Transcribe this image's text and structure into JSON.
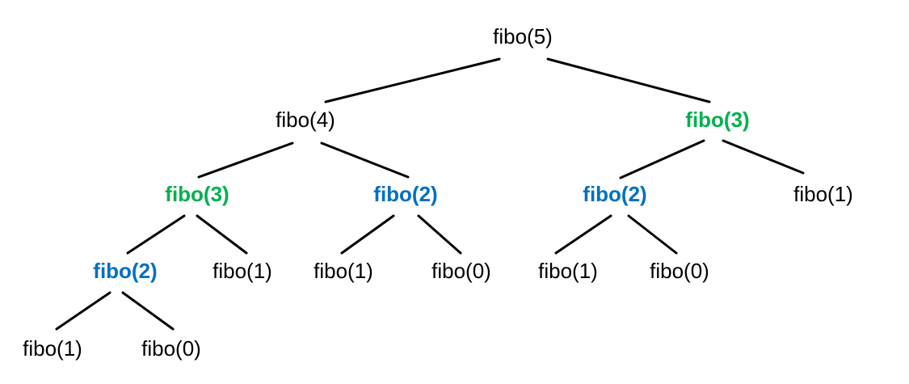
{
  "colors": {
    "default": "#000000",
    "repeated_fibo3": "#00B050",
    "repeated_fibo2": "#0070C0",
    "edge": "#000000"
  },
  "nodes": [
    {
      "id": "n5",
      "label": "fibo(5)",
      "style": "default"
    },
    {
      "id": "n4",
      "label": "fibo(4)",
      "style": "default"
    },
    {
      "id": "n3r",
      "label": "fibo(3)",
      "style": "repeated_fibo3"
    },
    {
      "id": "n3l",
      "label": "fibo(3)",
      "style": "repeated_fibo3"
    },
    {
      "id": "n2m",
      "label": "fibo(2)",
      "style": "repeated_fibo2"
    },
    {
      "id": "n2r",
      "label": "fibo(2)",
      "style": "repeated_fibo2"
    },
    {
      "id": "n1r",
      "label": "fibo(1)",
      "style": "default"
    },
    {
      "id": "n2l",
      "label": "fibo(2)",
      "style": "repeated_fibo2"
    },
    {
      "id": "n1a",
      "label": "fibo(1)",
      "style": "default"
    },
    {
      "id": "n1b",
      "label": "fibo(1)",
      "style": "default"
    },
    {
      "id": "n0b",
      "label": "fibo(0)",
      "style": "default"
    },
    {
      "id": "n1c",
      "label": "fibo(1)",
      "style": "default"
    },
    {
      "id": "n0c",
      "label": "fibo(0)",
      "style": "default"
    },
    {
      "id": "n1d",
      "label": "fibo(1)",
      "style": "default"
    },
    {
      "id": "n0d",
      "label": "fibo(0)",
      "style": "default"
    }
  ],
  "edges": [
    {
      "from": "n5",
      "to": "n4"
    },
    {
      "from": "n5",
      "to": "n3r"
    },
    {
      "from": "n4",
      "to": "n3l"
    },
    {
      "from": "n4",
      "to": "n2m"
    },
    {
      "from": "n3r",
      "to": "n2r"
    },
    {
      "from": "n3r",
      "to": "n1r"
    },
    {
      "from": "n3l",
      "to": "n2l"
    },
    {
      "from": "n3l",
      "to": "n1a"
    },
    {
      "from": "n2m",
      "to": "n1b"
    },
    {
      "from": "n2m",
      "to": "n0b"
    },
    {
      "from": "n2r",
      "to": "n1c"
    },
    {
      "from": "n2r",
      "to": "n0c"
    },
    {
      "from": "n2l",
      "to": "n1d"
    },
    {
      "from": "n2l",
      "to": "n0d"
    }
  ]
}
